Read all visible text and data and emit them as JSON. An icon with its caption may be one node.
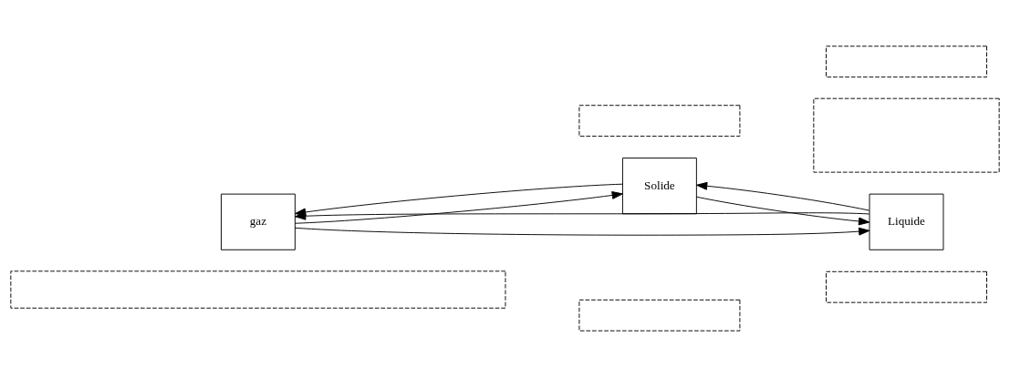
{
  "diagram": {
    "nodes": [
      {
        "text": [],
        "shape": "box"
      },
      {
        "text": [],
        "shape": "box"
      },
      {
        "text": [],
        "shape": "box"
      },
      {
        "text": [
          "Solide"
        ]
      },
      {
        "text": [
          "Liquide"
        ]
      },
      {
        "text": [
          "gaz"
        ]
      },
      {
        "text": [],
        "shape": "box"
      },
      {
        "text": [],
        "shape": "box"
      },
      {
        "text": [],
        "shape": "box"
      }
    ],
    "edges": [
      {
        "from": 5,
        "to": 3,
        "arrow": "to"
      },
      {
        "from": 3,
        "to": 4,
        "arrow": "to"
      },
      {
        "from": 4,
        "to": 3,
        "arrow": "to"
      },
      {
        "from": 4,
        "to": 5,
        "arrow": "to"
      },
      {
        "from": 5,
        "to": 4,
        "arrow": "to"
      },
      {
        "from": 3,
        "to": 5,
        "arrow": "to"
      }
    ]
  }
}
